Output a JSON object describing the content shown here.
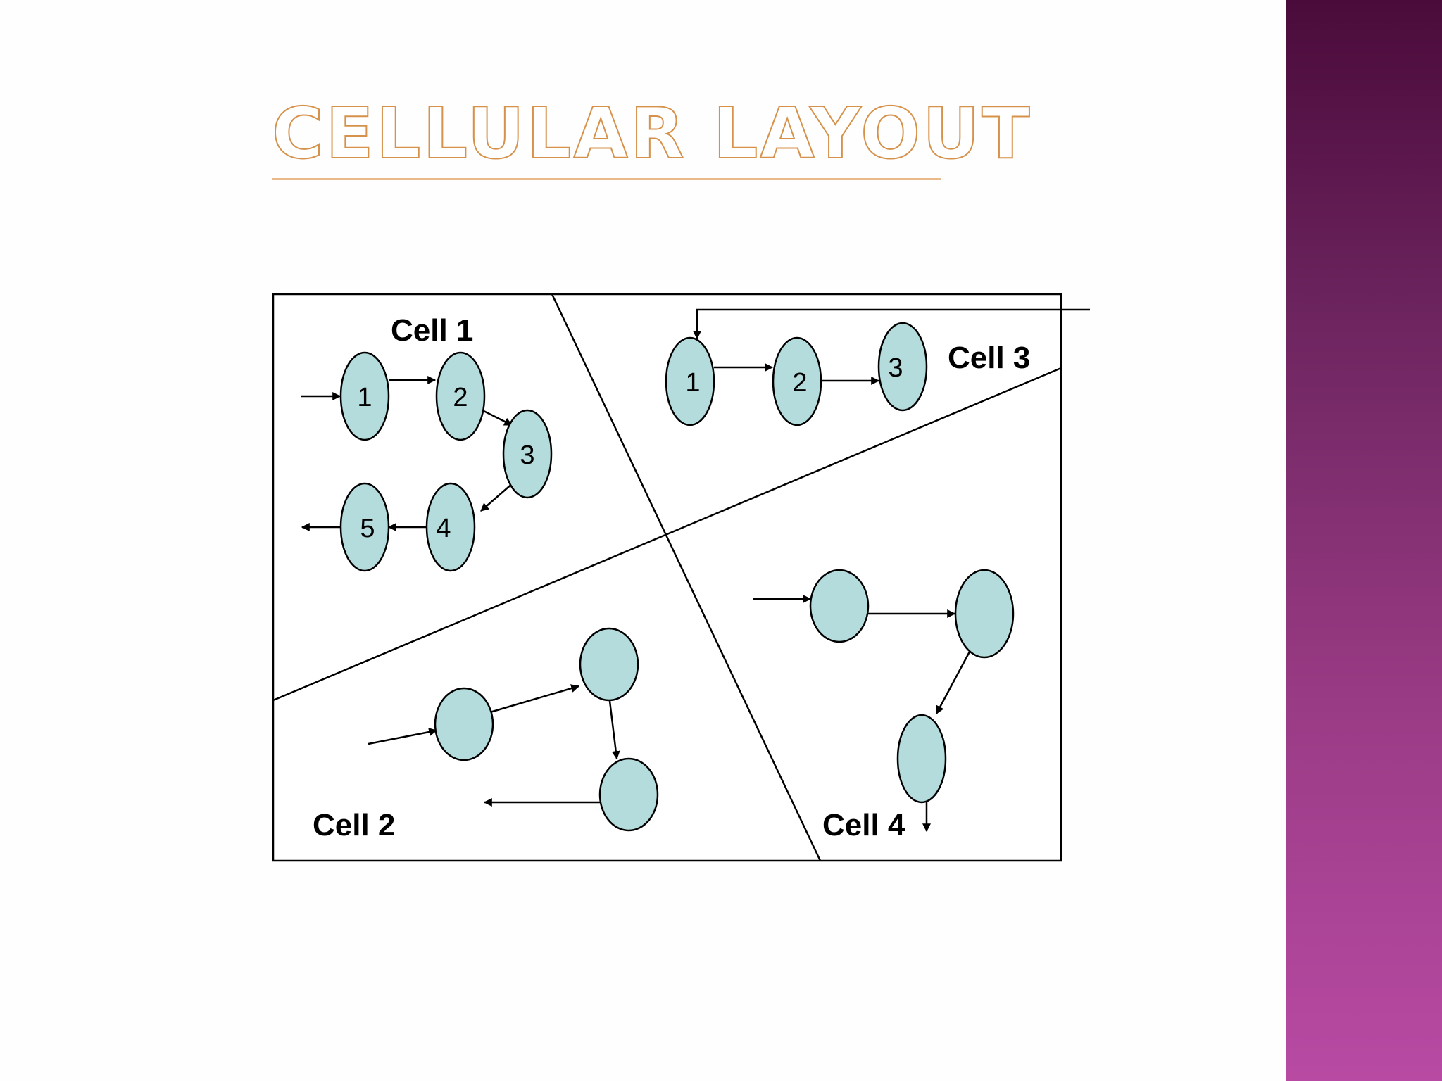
{
  "slide": {
    "title": "CELLULAR LAYOUT",
    "side_band_color": "#8a2f74",
    "title_outline_color": "#d6924b"
  },
  "diagram": {
    "cells": [
      {
        "label": "Cell 1",
        "machines": [
          "1",
          "2",
          "3",
          "4",
          "5"
        ]
      },
      {
        "label": "Cell 2",
        "machines": [
          "",
          "",
          ""
        ]
      },
      {
        "label": "Cell 3",
        "machines": [
          "1",
          "2",
          "3"
        ]
      },
      {
        "label": "Cell 4",
        "machines": [
          "",
          "",
          ""
        ]
      }
    ],
    "machine_fill_color": "#b4dcdc"
  }
}
